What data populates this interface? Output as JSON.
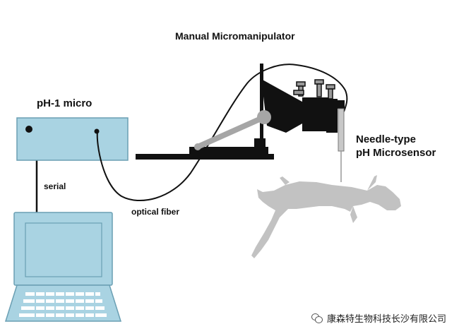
{
  "labels": {
    "micromanipulator": "Manual Micromanipulator",
    "ph_meter": "pH-1 micro",
    "serial": "serial",
    "optical_fiber": "optical fiber",
    "sensor_line1": "Needle-type",
    "sensor_line2": "pH Microsensor"
  },
  "watermark": {
    "text": "康森特生物科技长沙有限公司",
    "icon": "wechat-icon"
  },
  "colors": {
    "device_fill": "#a9d3e2",
    "device_stroke": "#6a9fb3",
    "manipulator": "#111111",
    "arm": "#a6a6a6",
    "animal": "#c2c2c2"
  }
}
